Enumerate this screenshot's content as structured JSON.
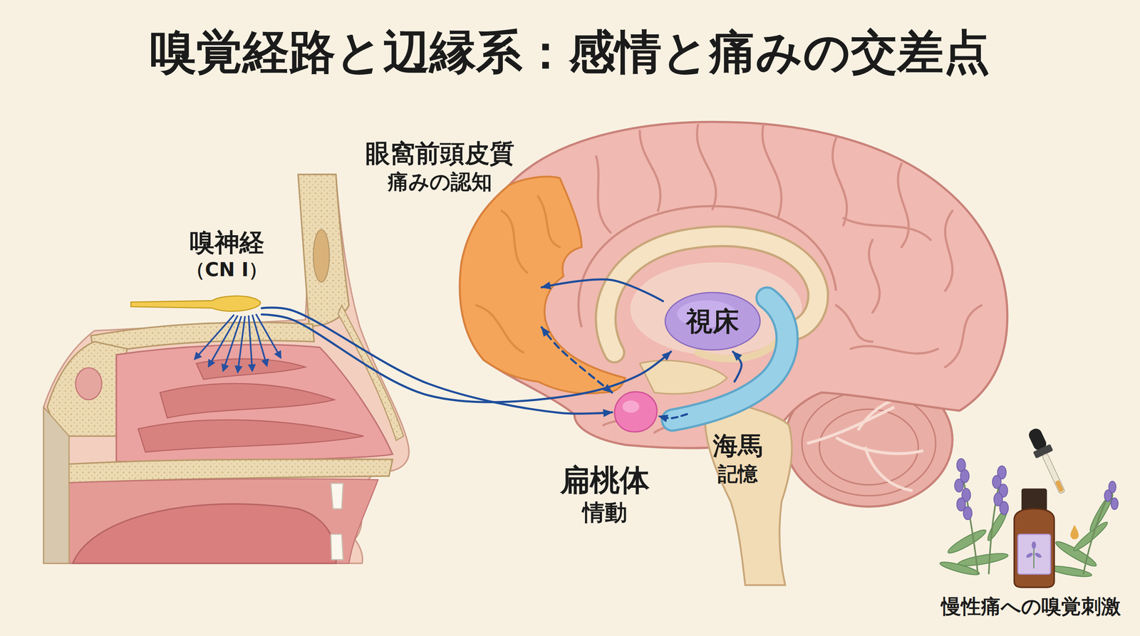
{
  "diagram": {
    "title": "嗅覚経路と辺縁系：感情と痛みの交差点",
    "nodes": [
      {
        "text": [
          "眼窩前頭皮質",
          "痛みの認知"
        ]
      },
      {
        "text": [
          "嗅神経",
          "（CN I）"
        ]
      },
      {
        "text": [
          "視床"
        ]
      },
      {
        "text": [
          "扁桃体",
          "情動"
        ]
      },
      {
        "text": [
          "海馬",
          "記憶"
        ]
      }
    ],
    "edges": [
      {
        "from": 1,
        "to": 3,
        "arrow": "to"
      },
      {
        "from": 1,
        "to": 2,
        "arrow": "to"
      },
      {
        "from": 2,
        "to": 0,
        "arrow": "to"
      },
      {
        "from": 3,
        "to": 0,
        "arrow": "both"
      },
      {
        "from": 4,
        "to": 2,
        "arrow": "to"
      },
      {
        "from": 4,
        "to": 3,
        "arrow": "to"
      }
    ],
    "labels": [
      "慢性痛への嗅覚刺激"
    ]
  }
}
